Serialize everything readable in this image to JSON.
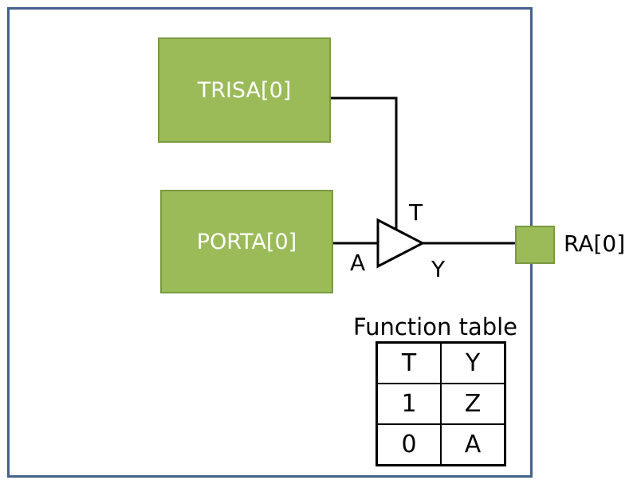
{
  "registers": {
    "trisa": "TRISA[0]",
    "porta": "PORTA[0]"
  },
  "pin": {
    "label": "RA[0]"
  },
  "buffer": {
    "enable_label": "T",
    "input_label": "A",
    "output_label": "Y"
  },
  "function_table": {
    "title": "Function table",
    "headers": [
      "T",
      "Y"
    ],
    "rows": [
      [
        "1",
        "Z"
      ],
      [
        "0",
        "A"
      ]
    ]
  },
  "colors": {
    "register_fill": "#9bbb59",
    "border": "#44628a"
  }
}
